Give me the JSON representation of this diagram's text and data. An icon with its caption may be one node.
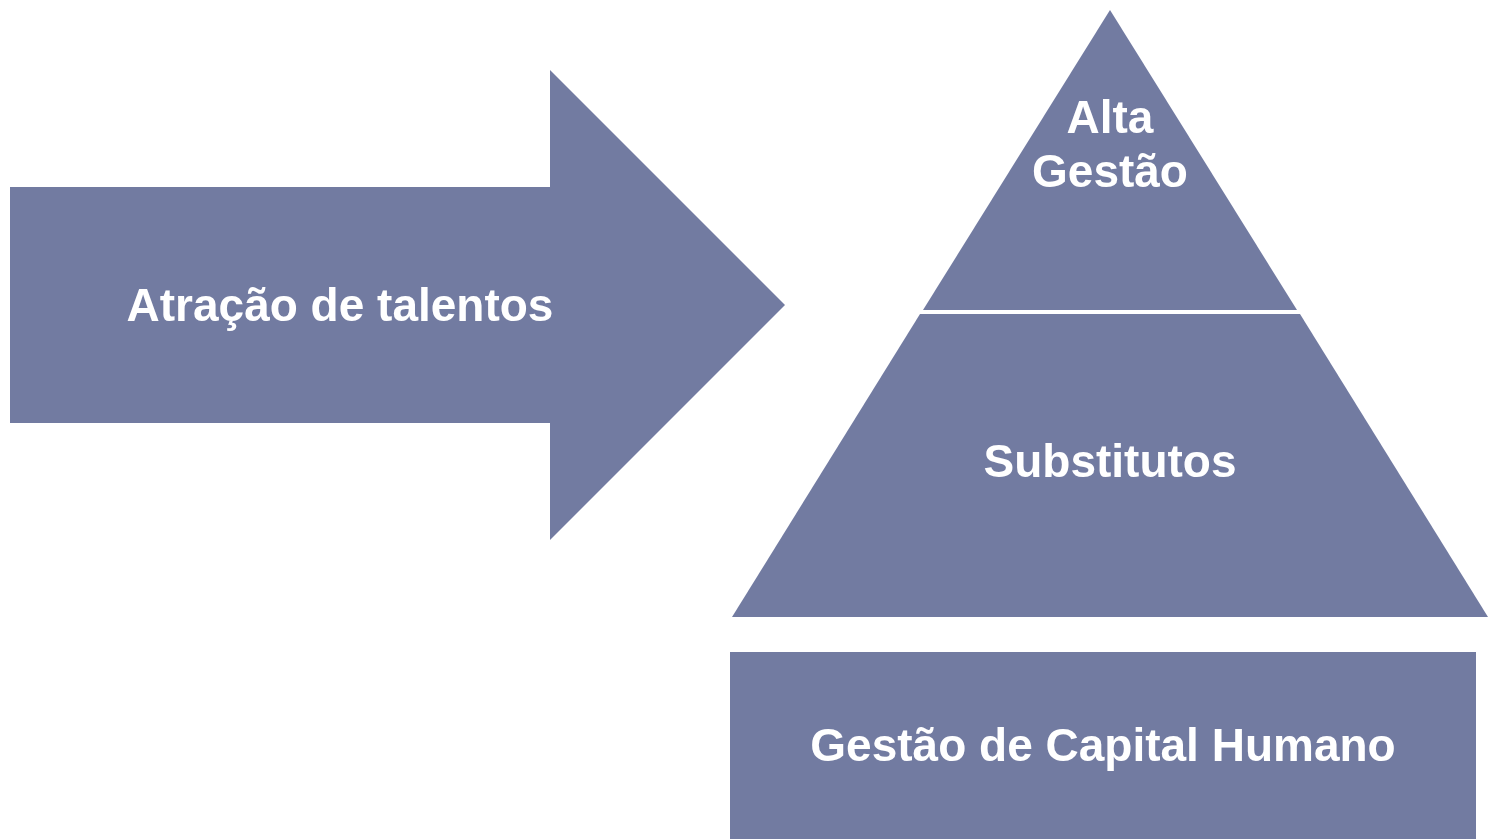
{
  "diagram": {
    "nodes": [
      {
        "text": [
          "Atração de talentos"
        ]
      },
      {
        "text": [
          "Alta Gestão"
        ]
      },
      {
        "text": [
          "Substitutos"
        ]
      },
      {
        "text": [
          "Gestão de Capital Humano"
        ]
      }
    ],
    "edges": []
  }
}
